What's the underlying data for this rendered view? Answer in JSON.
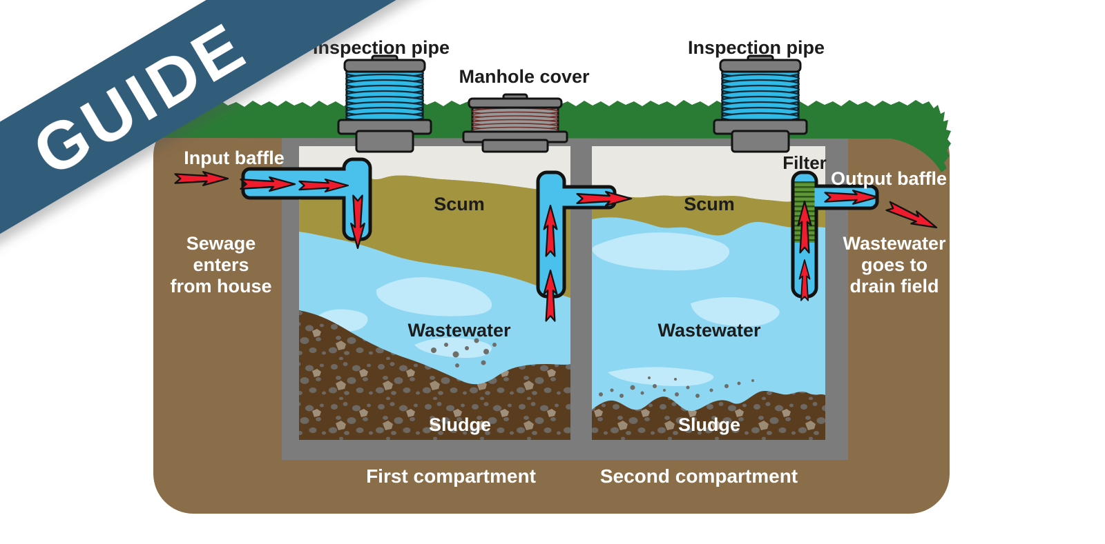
{
  "ribbon": {
    "label": "GUIDE",
    "color": "#315d7a"
  },
  "top_labels": {
    "inspection_pipe_left": "Inspection pipe",
    "manhole_cover": "Manhole cover",
    "inspection_pipe_right": "Inspection pipe"
  },
  "left_annotations": {
    "input_baffle": "Input baffle",
    "sewage_lines": [
      "Sewage",
      "enters",
      "from house"
    ]
  },
  "right_annotations": {
    "filter": "Filter",
    "output_baffle": "Output baffle",
    "drain_lines": [
      "Wastewater",
      "goes to",
      "drain field"
    ]
  },
  "tank": {
    "compartment_1": {
      "scum": "Scum",
      "wastewater": "Wastewater",
      "sludge": "Sludge",
      "caption": "First compartment"
    },
    "compartment_2": {
      "scum": "Scum",
      "wastewater": "Wastewater",
      "sludge": "Sludge",
      "caption": "Second compartment"
    }
  },
  "colors": {
    "ribbon": "#315d7a",
    "ground": "#8a6d49",
    "grass": "#2a7c35",
    "tank_wall": "#7c7c7c",
    "tank_interior": "#eae8e2",
    "water": "#8ed7f2",
    "water_light": "#c0eafa",
    "scum": "#a3943f",
    "sludge": "#5a3c1f",
    "pipe": "#4ac1ec",
    "arrow_red": "#ee1c2d",
    "filter_green": "#5f9638",
    "corrugation_blue": "#31b9e7"
  }
}
